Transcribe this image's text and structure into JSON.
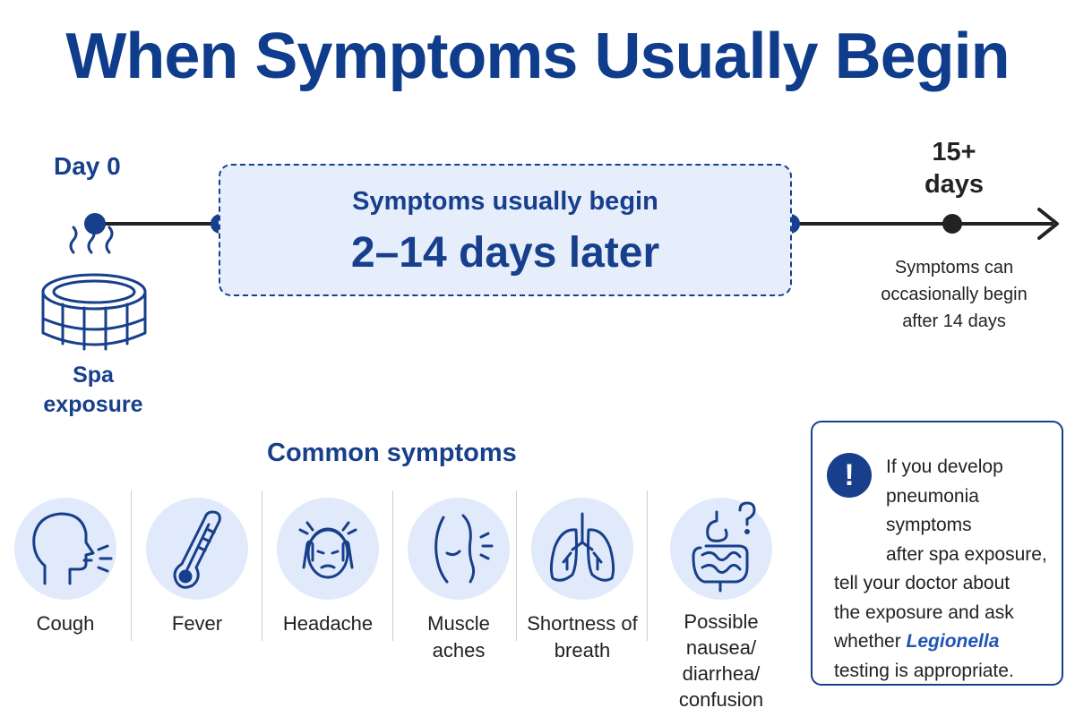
{
  "title": "When Symptoms Usually Begin",
  "timeline": {
    "start_label": "Day 0",
    "window_line1": "Symptoms usually begin",
    "window_line2": "2–14 days later",
    "end_label_line1": "15+",
    "end_label_line2": "days",
    "late_note_lines": [
      "Symptoms can",
      "occasionally begin",
      "after 14 days"
    ],
    "exposure_label_lines": [
      "Spa",
      "exposure"
    ]
  },
  "symptoms": {
    "heading": "Common symptoms",
    "items": [
      {
        "icon": "cough-icon",
        "lines": [
          "Cough"
        ]
      },
      {
        "icon": "thermometer-icon",
        "lines": [
          "Fever"
        ]
      },
      {
        "icon": "headache-icon",
        "lines": [
          "Headache"
        ]
      },
      {
        "icon": "muscle-icon",
        "lines": [
          "Muscle",
          "aches"
        ]
      },
      {
        "icon": "lungs-icon",
        "lines": [
          "Shortness of",
          "breath"
        ]
      },
      {
        "icon": "stomach-icon",
        "lines": [
          "Possible",
          "nausea/",
          "diarrhea/",
          "confusion"
        ]
      }
    ]
  },
  "advice": {
    "icon": "exclamation-icon",
    "mark": "!",
    "line1": "If you develop",
    "line2": "pneumonia symptoms",
    "line3": "after spa exposure,",
    "line4": "tell your doctor about",
    "line5": "the exposure and ask",
    "line6_pre": "whether ",
    "line6_em": "Legionella",
    "line7": "testing is appropriate."
  },
  "colors": {
    "primary": "#173f8c",
    "title": "#0f3d8c",
    "box_fill": "#e6eefb",
    "icon_circle": "#e1eafa",
    "timeline_line": "#222222"
  }
}
